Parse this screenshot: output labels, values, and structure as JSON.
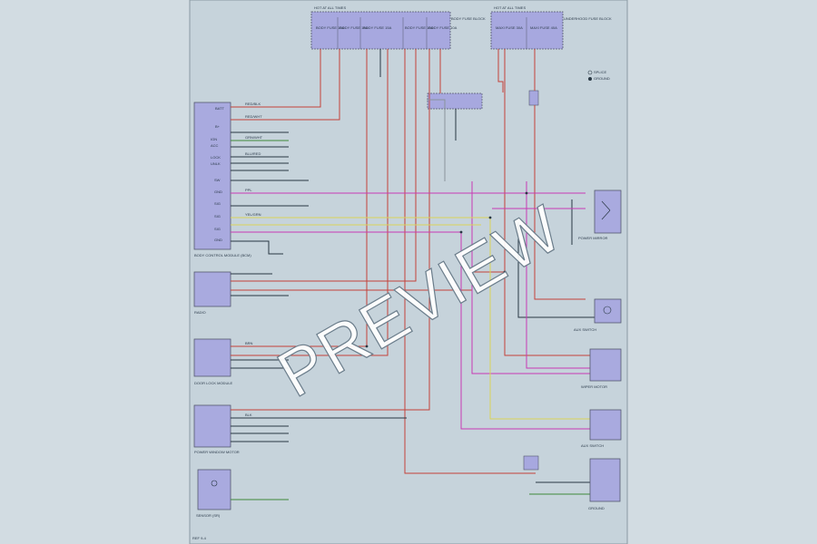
{
  "watermark": "PREVIEW",
  "colors": {
    "background": "#d2dce2",
    "sheet": "#c6d3db",
    "connector": "#a7a8df",
    "module": "#a9aadf",
    "wire_red": "#c4423a",
    "wire_magenta": "#c83ab4",
    "wire_yellow": "#d9d35a",
    "wire_green": "#3d8a3a",
    "wire_dark": "#283743",
    "wire_gray": "#8a939b"
  },
  "fuse_box_left": {
    "header": "HOT AT ALL TIMES",
    "fuses": [
      "BODY FUSE 10A",
      "BODY FUSE 15A",
      "BODY FUSE 15A",
      "BODY FUSE 10A",
      "BODY FUSE 10A"
    ],
    "note": "BODY FUSE BLOCK"
  },
  "fuse_box_right": {
    "header": "HOT AT ALL TIMES",
    "fuses": [
      "MAXI FUSE 30A",
      "MAXI FUSE 40A"
    ],
    "note": "UNDERHOOD FUSE BLOCK"
  },
  "modules": {
    "bcm": "BODY CONTROL MODULE (BCM)",
    "radio": "RADIO",
    "door_lock": "DOOR LOCK MODULE",
    "window": "POWER WINDOW MOTOR",
    "sensor": "SENSOR (SR)",
    "mirror": "POWER MIRROR",
    "wiper": "WIPER MOTOR",
    "aux1": "AUX SWITCH",
    "aux2": "AUX SWITCH",
    "ground": "GROUND"
  },
  "labels": {
    "left_pins": [
      "BATT",
      "B+",
      "IGN",
      "ACC",
      "LOCK",
      "UNLK",
      "SW",
      "GND",
      "SIG",
      "SIG",
      "SIG",
      "GND"
    ],
    "wire_codes": [
      "RED/BLK",
      "RED/WHT",
      "GRN/WHT",
      "BLU/RED",
      "PPL",
      "YEL/GRN",
      "BRN",
      "BLK"
    ],
    "footer": "REF 9-4",
    "legend": [
      "SPLICE",
      "GROUND"
    ]
  }
}
